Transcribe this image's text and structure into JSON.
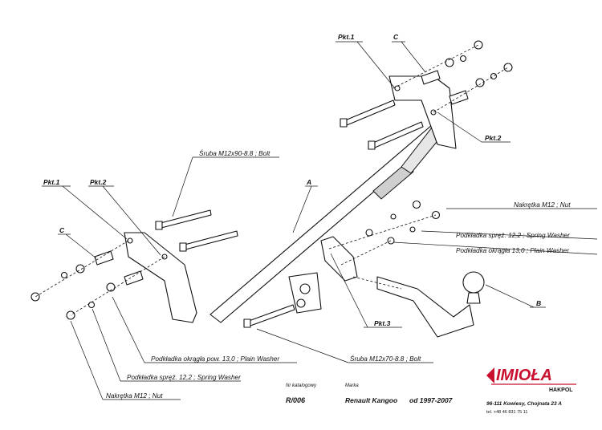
{
  "diagram": {
    "parts": {
      "pkt1_top": "Pkt.1",
      "c_top": "C",
      "pkt2_right": "Pkt.2",
      "a": "A",
      "pkt1_left": "Pkt.1",
      "pkt2_left": "Pkt.2",
      "c_left": "C",
      "pkt3": "Pkt.3",
      "b": "B"
    },
    "callouts": {
      "bolt_m12x90": "Śruba M12x90-8.8 ;  Bolt",
      "nut_m12_right": "Nakrętka  M12 ;  Nut",
      "spring_washer_right": "Podkładka spręż. 12,2 ; Spring Washer",
      "plain_washer_right": "Podkładka okrągła 13,0 ; Plain Washer",
      "plain_washer_left": "Podkładka okrągła pow. 13,0 ; Plain Washer",
      "bolt_m12x70": "Śruba M12x70-8.8 ;  Bolt",
      "spring_washer_left": "Podkładka spręż. 12,2 ; Spring Washer",
      "nut_m12_left": "Nakrętka  M12 ; Nut"
    }
  },
  "title_block": {
    "catalog_label": "Nr katalogowy",
    "catalog_value": "R/006",
    "make_label": "Marka",
    "make_value": "Renault Kangoo",
    "years": "od 1997-2007",
    "brand": "IMIOŁA",
    "brand_sub": "HAKPOL",
    "address": "96-111 Kowiesy, Chojnata 23 A",
    "phone": "tel. +48 46 831 75 11"
  },
  "colors": {
    "logo_red": "#c8102e",
    "line": "#111111",
    "shade": "#cfcfcf"
  }
}
